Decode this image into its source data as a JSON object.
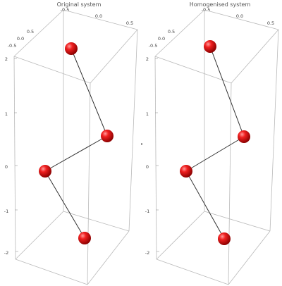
{
  "panels": [
    {
      "title": "Original system",
      "top_ticks": [
        "-0.5",
        "0.0",
        "0.5"
      ],
      "front_ticks": [
        "0.5",
        "0.0",
        "-0.5"
      ],
      "z_ticks": [
        "2",
        "1",
        "0",
        "-1",
        "-2"
      ]
    },
    {
      "title": "Homogenised system",
      "top_ticks": [
        "-0.5",
        "0.0",
        "0.5"
      ],
      "front_ticks": [
        "0.5",
        "0.0",
        "-0.5"
      ],
      "z_ticks": [
        "2",
        "1",
        "0",
        "-1",
        "-2"
      ]
    }
  ],
  "colors": {
    "sphere": "#e01010",
    "sphere_highlight": "#ff8a8a",
    "sphere_shadow": "#8a0000",
    "bond": "#333333",
    "box": "#b9b9b9"
  }
}
